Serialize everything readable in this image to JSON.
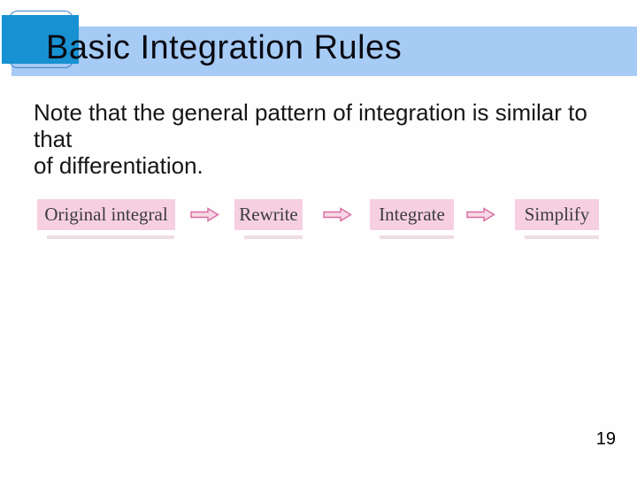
{
  "slide": {
    "title": "Basic Integration Rules",
    "body_text": "Note that the general pattern of integration is similar to that\nof differentiation.",
    "page_number": "19"
  },
  "diagram": {
    "boxes": [
      {
        "label": "Original integral"
      },
      {
        "label": "Rewrite"
      },
      {
        "label": "Integrate"
      },
      {
        "label": "Simplify"
      }
    ],
    "arrow_icon": "right-block-arrow-icon",
    "arrow_count": 3
  },
  "colors": {
    "header_bar": "#a6cbf5",
    "header_accent_square": "#1791d1",
    "header_outline": "#4080c0",
    "title_text": "#0a0a12",
    "body_text": "#161616",
    "box_fill": "#f6d0e1",
    "box_shadow": "#f0dce6",
    "box_text": "#3c3c3c",
    "arrow_stroke": "#d96ba1",
    "arrow_fill": "#f8d8e6",
    "page_number_text": "#000000"
  }
}
